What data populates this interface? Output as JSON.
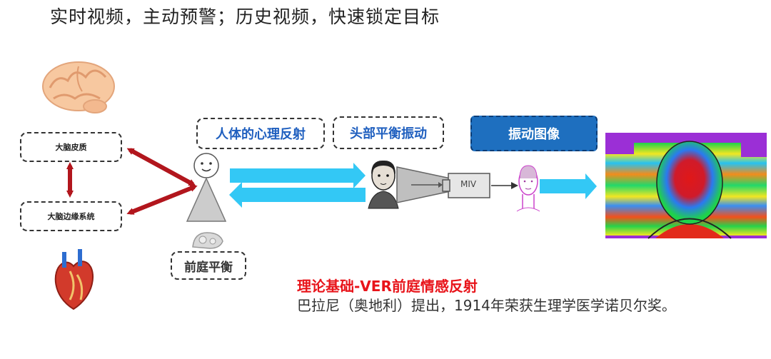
{
  "title": "实时视频，主动预警；历史视频，快速锁定目标",
  "labels": {
    "cortex": "大脑皮质",
    "limbic": "大脑边缘系统",
    "psych_reflex": "人体的心理反射",
    "head_balance": "头部平衡振动",
    "vib_image": "振动图像",
    "vestibular": "前庭平衡",
    "miv": "MIV"
  },
  "theory": {
    "title": "理论基础-VER前庭情感反射",
    "desc": "巴拉尼（奥地利）提出，1914年荣获生理学医学诺贝尔奖。"
  },
  "colors": {
    "arrow_red": "#b2161d",
    "arrow_cyan": "#33c8f5",
    "label_blue": "#1f5fbf",
    "accent_red": "#e8141a"
  }
}
